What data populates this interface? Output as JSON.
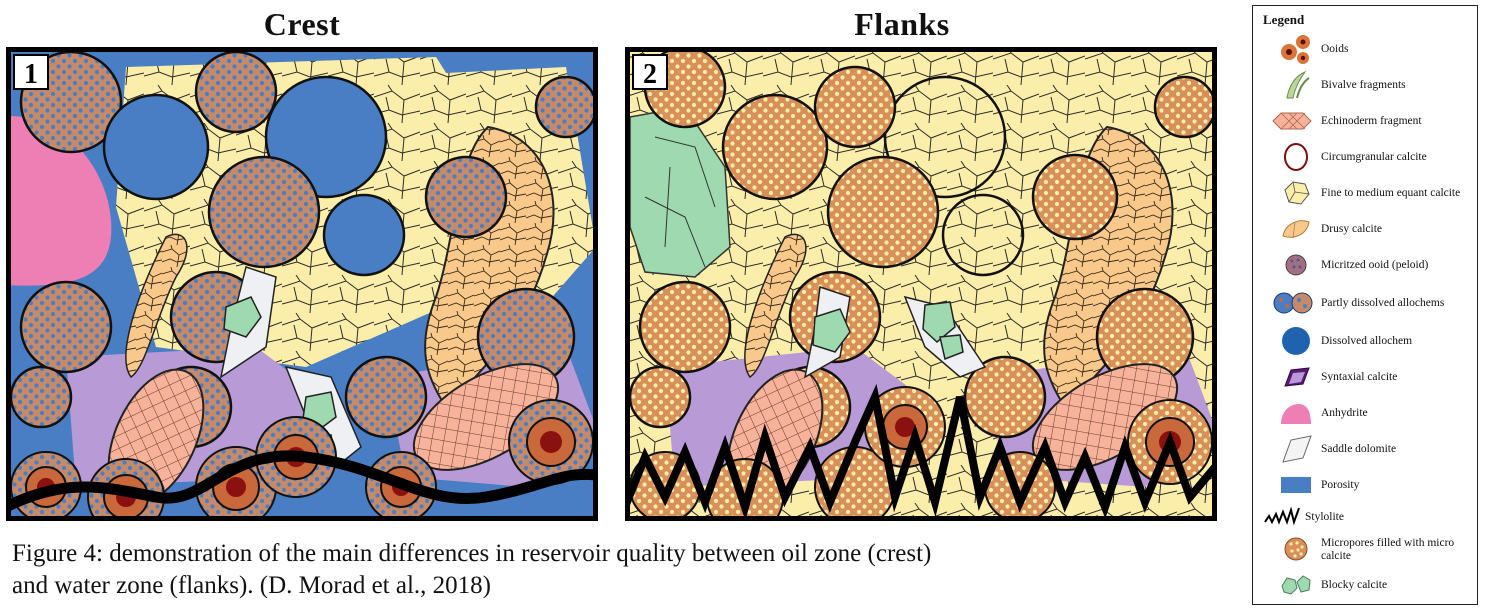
{
  "panels": [
    {
      "id": "crest",
      "title": "Crest",
      "number": "1"
    },
    {
      "id": "flanks",
      "title": "Flanks",
      "number": "2"
    }
  ],
  "caption": {
    "line1": "Figure 4: demonstration of the  main differences in reservoir quality between oil zone (crest)",
    "line2": "and water zone (flanks). (D. Morad et al., 2018)"
  },
  "legend": {
    "title": "Legend",
    "items": [
      {
        "label": "Ooids",
        "icon": "ooids-icon"
      },
      {
        "label": "Bivalve fragments",
        "icon": "bivalve-fragments-icon"
      },
      {
        "label": "Echinoderm fragment",
        "icon": "echinoderm-fragment-icon"
      },
      {
        "label": "Circumgranular calcite",
        "icon": "circumgranular-calcite-icon"
      },
      {
        "label": "Fine to medium equant calcite",
        "icon": "equant-calcite-icon"
      },
      {
        "label": "Drusy calcite",
        "icon": "drusy-calcite-icon"
      },
      {
        "label": "Micritzed ooid (peloid)",
        "icon": "micritized-ooid-icon"
      },
      {
        "label": "Partly dissolved allochems",
        "icon": "partly-dissolved-allochems-icon"
      },
      {
        "label": "Dissolved allochem",
        "icon": "dissolved-allochem-icon"
      },
      {
        "label": "Syntaxial calcite",
        "icon": "syntaxial-calcite-icon"
      },
      {
        "label": "Anhydrite",
        "icon": "anhydrite-icon"
      },
      {
        "label": "Saddle dolomite",
        "icon": "saddle-dolomite-icon"
      },
      {
        "label": "Porosity",
        "icon": "porosity-icon"
      },
      {
        "label": "Stylolite",
        "icon": "stylolite-icon"
      },
      {
        "label": "Micropores filled with micro calcite",
        "icon": "micropores-micro-calcite-icon"
      },
      {
        "label": "Blocky calcite",
        "icon": "blocky-calcite-icon"
      }
    ]
  },
  "colors": {
    "porosity": "#4a7ec4",
    "equant_calcite": "#fbeeaa",
    "drusy_calcite": "#f8c98a",
    "ooid_rim": "#c9683a",
    "ooid_core": "#8b1010",
    "peloid": "#c48a6a",
    "micro_calcite_grain": "#d89058",
    "echinoderm": "#f6b29a",
    "syntaxial": "#5a1a7a",
    "lilac": "#b79ad6",
    "anhydrite": "#ee7fb5",
    "blocky_calcite": "#9fd9b0",
    "saddle_dolomite": "#eef0f3",
    "stylolite": "#000000"
  }
}
